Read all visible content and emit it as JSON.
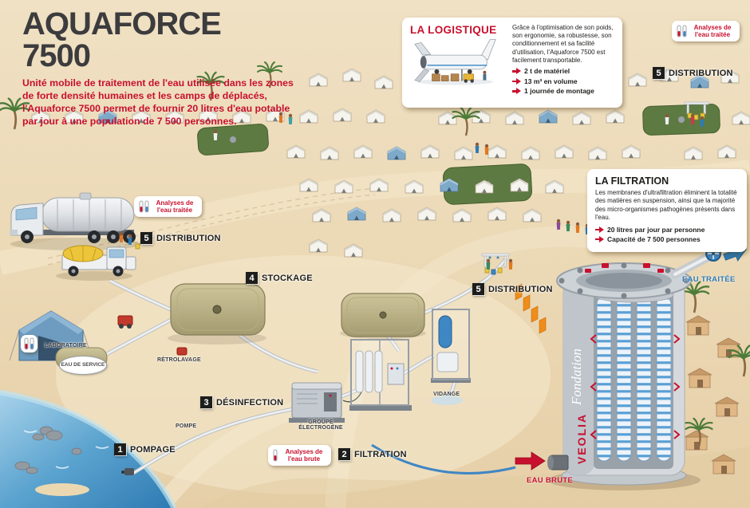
{
  "title": "AQUAFORCE 7500",
  "intro": "Unité mobile de traitement de l'eau utilisée dans les zones de forte densité humaines et les camps de déplacés, l'Aquaforce 7500 permet de fournir 20 litres d'eau potable par jour à une population de 7 500 personnes.",
  "logistics": {
    "title": "LA LOGISTIQUE",
    "text": "Grâce à l'optimisation de son poids, son ergonomie, sa robustesse, son conditionnement et sa facilité d'utilisation, l'Aquaforce 7500 est facilement transportable.",
    "bullets": [
      "2 t de matériel",
      "13 m³ en volume",
      "1 journée de montage"
    ]
  },
  "filtration_box": {
    "title": "LA FILTRATION",
    "text": "Les membranes d'ultrafiltration éliminent la totalité des matières en suspension, ainsi que la majorité des micro-organismes pathogènes présents dans l'eau.",
    "bullets": [
      "20 litres par jour par personne",
      "Capacité de 7 500 personnes"
    ]
  },
  "steps": [
    {
      "num": "1",
      "label": "POMPAGE"
    },
    {
      "num": "2",
      "label": "FILTRATION"
    },
    {
      "num": "3",
      "label": "DÉSINFECTION"
    },
    {
      "num": "4",
      "label": "STOCKAGE"
    },
    {
      "num": "5",
      "label": "DISTRIBUTION"
    }
  ],
  "badges": {
    "analyses_eau_traitee": "Analyses de l'eau traitée",
    "analyses_eau_brute": "Analyses de l'eau brute"
  },
  "labels": {
    "laboratoire": "LABORATOIRE",
    "eau_de_service": "EAU DE SERVICE",
    "retrolavage": "RÉTROLAVAGE",
    "pompe": "POMPE",
    "groupe_electrogene": "GROUPE ÉLECTROGÈNE",
    "vidange": "VIDANGE",
    "eau_traitee": "EAU TRAITÉE",
    "eau_brute": "EAU BRUTE",
    "fondation": "Fondation",
    "veolia": "VEOLIA"
  },
  "colors": {
    "accent_red": "#c8102e",
    "water_blue": "#2d7bb5",
    "sand": "#ead7b3"
  }
}
